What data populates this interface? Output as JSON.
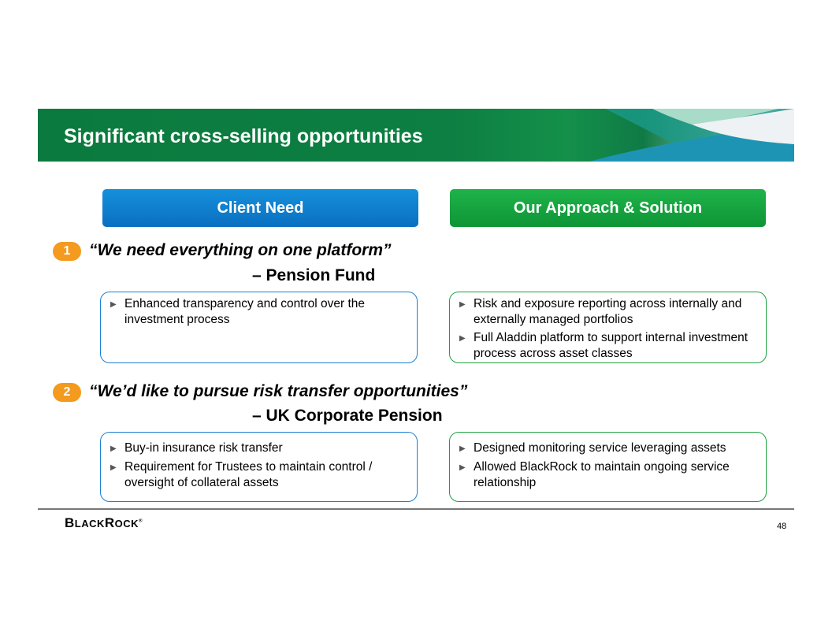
{
  "title": "Significant cross-selling opportunities",
  "headers": {
    "left": "Client Need",
    "right": "Our Approach & Solution"
  },
  "sections": [
    {
      "number": "1",
      "quote": "“We need everything on one platform”",
      "attribution": "– Pension Fund",
      "need": [
        "Enhanced transparency and control over the investment process"
      ],
      "solution": [
        "Risk and exposure reporting across internally and externally managed portfolios",
        "Full Aladdin platform to support internal investment process across asset classes"
      ]
    },
    {
      "number": "2",
      "quote": "“We’d like to pursue risk transfer opportunities”",
      "attribution": "– UK Corporate Pension",
      "need": [
        "Buy-in insurance risk transfer",
        "Requirement for Trustees to maintain control / oversight of collateral assets"
      ],
      "solution": [
        "Designed monitoring service leveraging assets",
        "Allowed BlackRock to maintain ongoing service relationship"
      ]
    }
  ],
  "footer": {
    "logo": "BlackRock",
    "page": "48"
  }
}
